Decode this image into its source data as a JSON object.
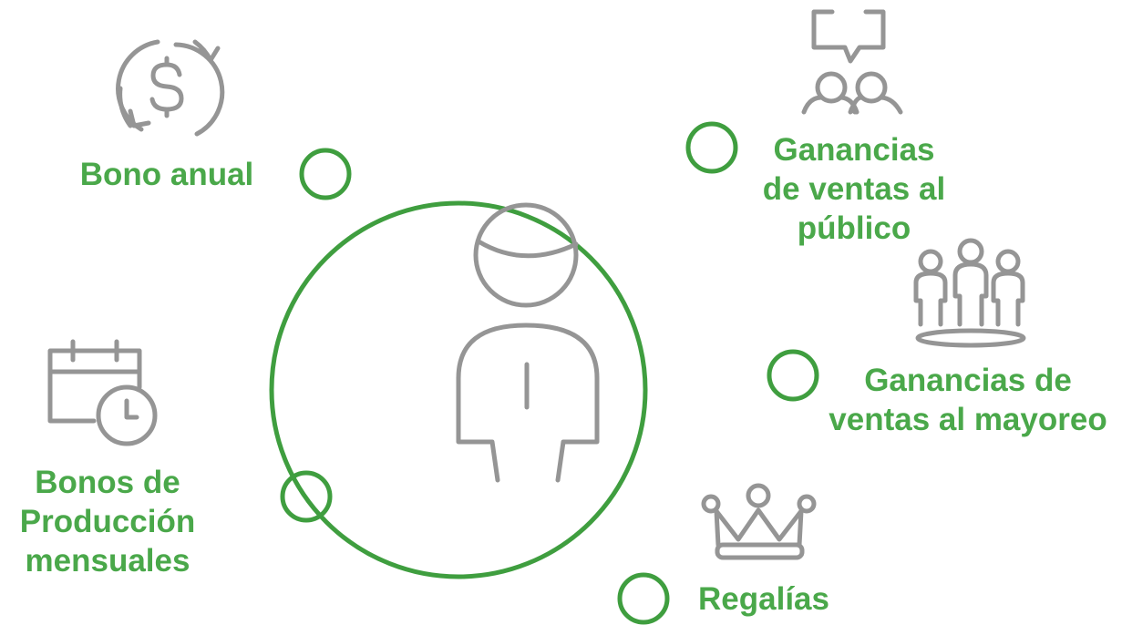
{
  "colors": {
    "accent_green": "#4aa84a",
    "ring_green": "#3f9e3f",
    "icon_gray": "#959595",
    "background": "#ffffff"
  },
  "center": {
    "icon": "person-icon"
  },
  "items": [
    {
      "id": "bono-anual",
      "icon": "dollar-cycle-icon",
      "label_lines": [
        "Bono anual"
      ]
    },
    {
      "id": "ganancias-publico",
      "icon": "speech-bubble-people-icon",
      "label_lines": [
        "Ganancias",
        "de ventas al",
        "público"
      ]
    },
    {
      "id": "ganancias-mayoreo",
      "icon": "group-people-icon",
      "label_lines": [
        "Ganancias de",
        "ventas al mayoreo"
      ]
    },
    {
      "id": "regalias",
      "icon": "crown-icon",
      "label_lines": [
        "Regalías"
      ]
    },
    {
      "id": "bonos-produccion",
      "icon": "calendar-clock-icon",
      "label_lines": [
        "Bonos de",
        "Producción",
        "mensuales"
      ]
    }
  ]
}
